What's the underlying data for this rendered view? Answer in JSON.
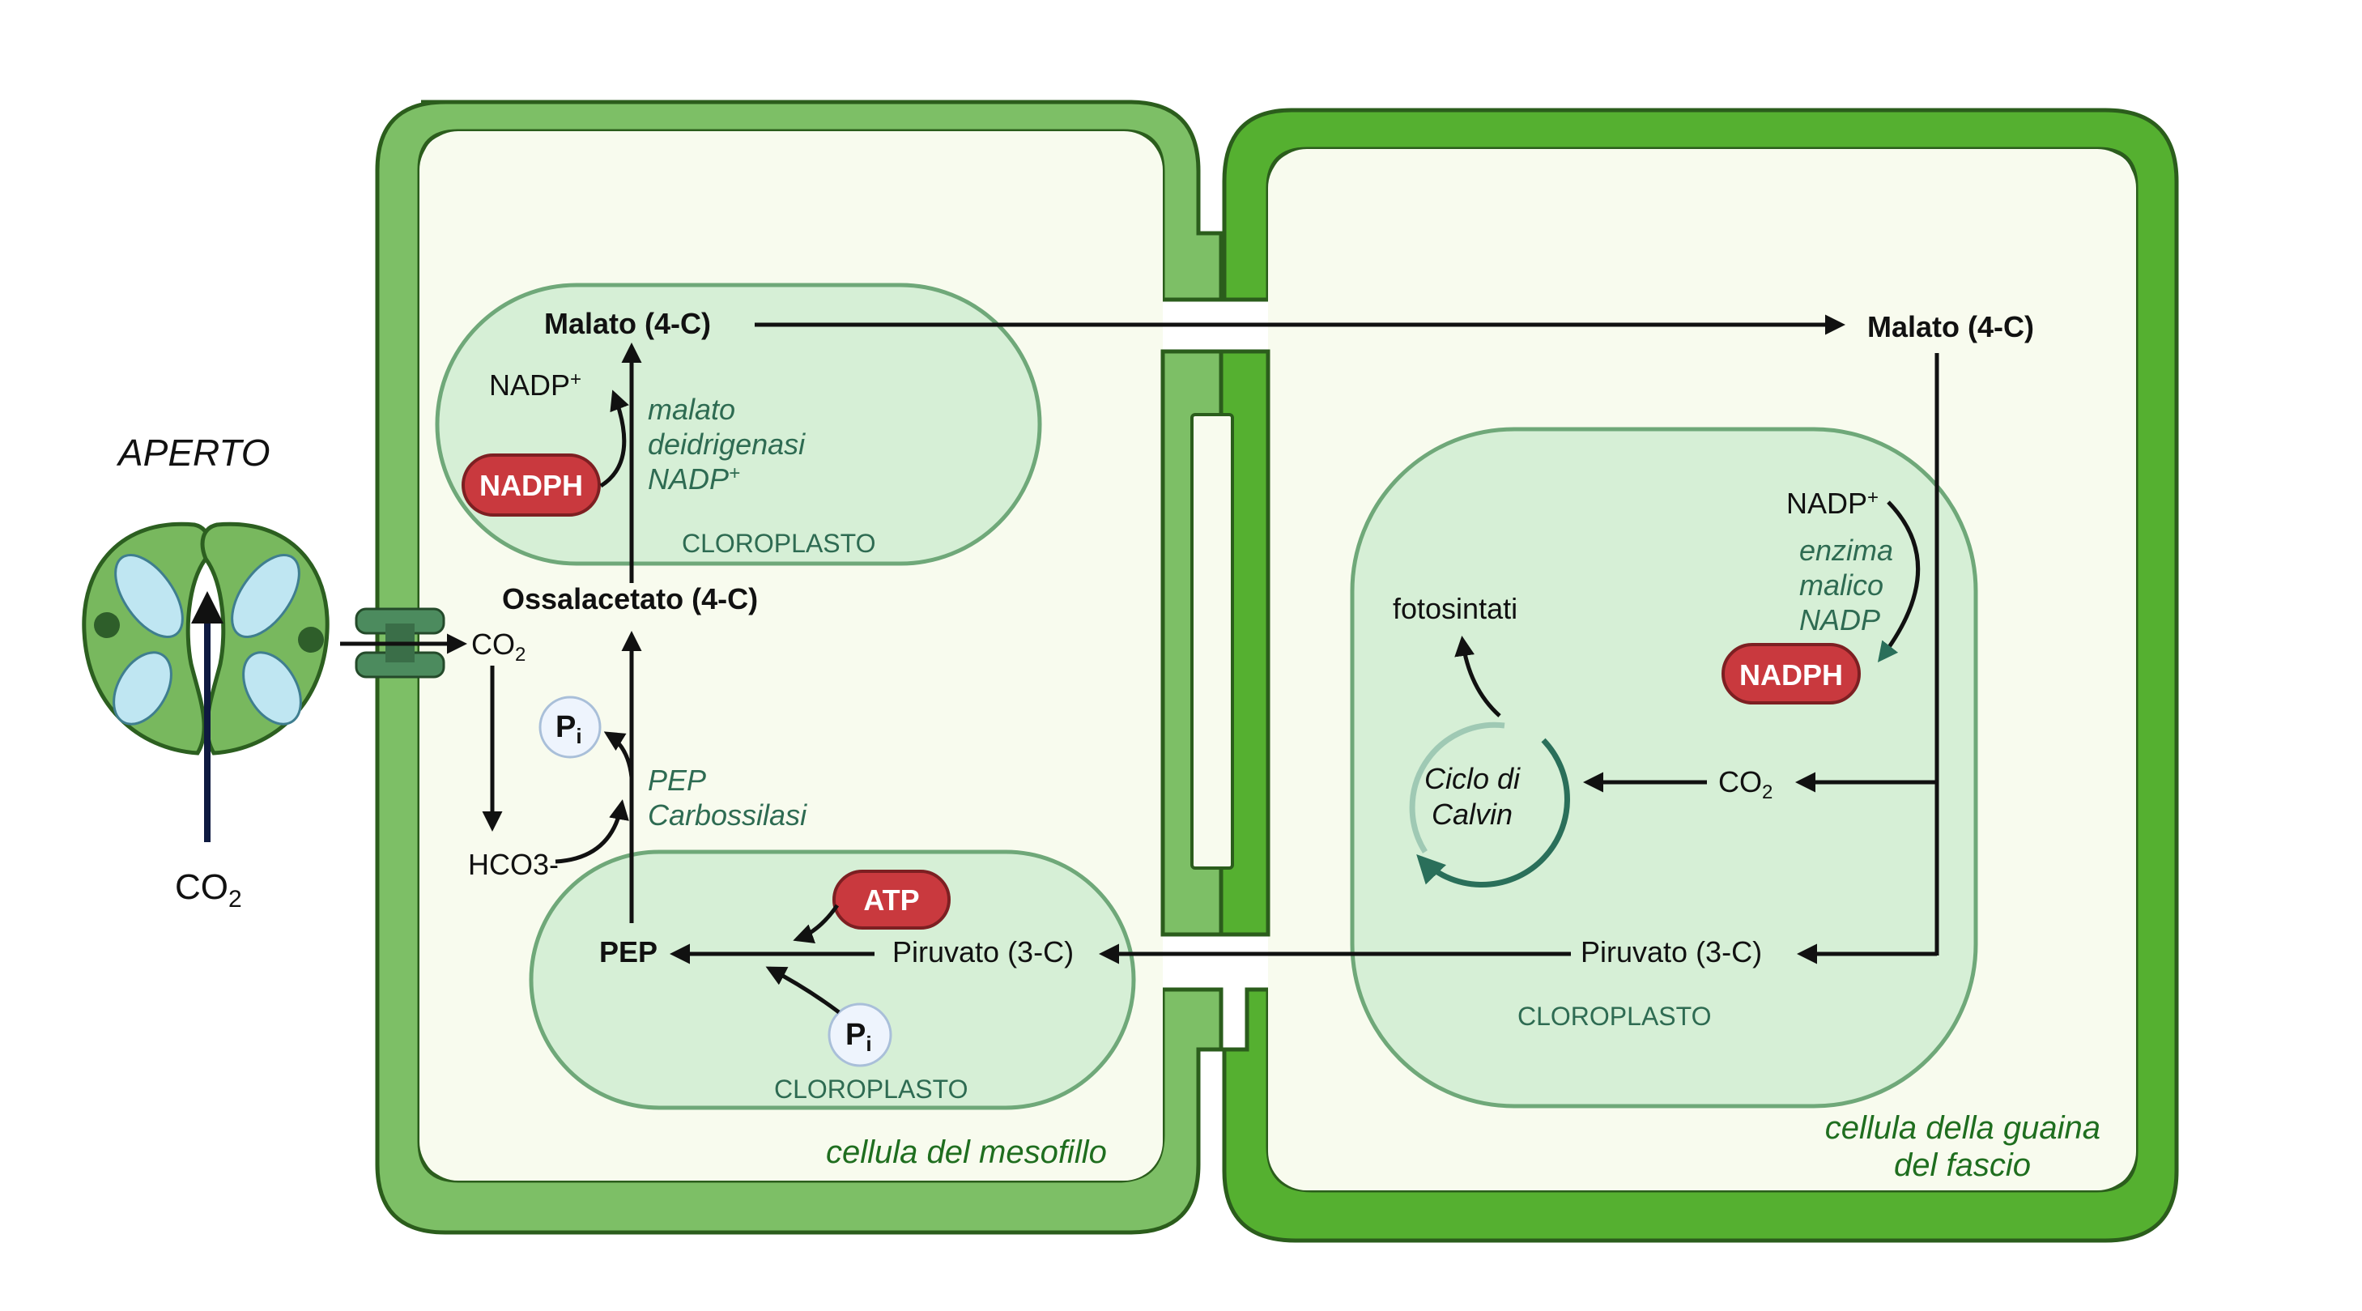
{
  "stomata": {
    "state": "APERTO",
    "co2": "CO",
    "co2_sub": "2"
  },
  "mesophyll": {
    "cell_label": "cellula del mesofillo",
    "chloroplast_top_label": "CLOROPLASTO",
    "chloroplast_bottom_label": "CLOROPLASTO",
    "co2": "CO",
    "co2_sub": "2",
    "hco3": "HCO3-",
    "malato": "Malato (4-C)",
    "nadp_plus": "NADP",
    "nadp_plus_sup": "+",
    "nadph": "NADPH",
    "enzyme_malato_1": "malato",
    "enzyme_malato_2": "deidrigenasi",
    "enzyme_malato_3": "NADP",
    "enzyme_malato_3_sup": "+",
    "ossalacetato": "Ossalacetato (4-C)",
    "pi": "P",
    "pi_sub": "i",
    "enzyme_pep_1": "PEP",
    "enzyme_pep_2": "Carbossilasi",
    "pep": "PEP",
    "atp": "ATP",
    "piruvato": "Piruvato (3-C)",
    "pi2": "P",
    "pi2_sub": "i"
  },
  "bundle_sheath": {
    "cell_label_1": "cellula della guaina",
    "cell_label_2": "del fascio",
    "chloroplast_label": "CLOROPLASTO",
    "malato": "Malato (4-C)",
    "nadp_plus": "NADP",
    "nadp_plus_sup": "+",
    "enzyme_1": "enzima",
    "enzyme_2": "malico",
    "enzyme_3": "NADP",
    "nadph": "NADPH",
    "fotosintati": "fotosintati",
    "calvin_1": "Ciclo di",
    "calvin_2": "Calvin",
    "co2": "CO",
    "co2_sub": "2",
    "piruvato": "Piruvato (3-C)"
  },
  "colors": {
    "mesophyll_wall": "#7dbf66",
    "bundle_wall": "#55b030",
    "cytoplasm": "#f8fbee",
    "chloroplast_fill": "#d6efd6",
    "chloroplast_stroke": "#6fa879",
    "badge_red": "#c9393e",
    "pi_fill": "#eef4fd",
    "enzyme_text": "#2e6b52",
    "cell_text": "#1f6e1f"
  }
}
